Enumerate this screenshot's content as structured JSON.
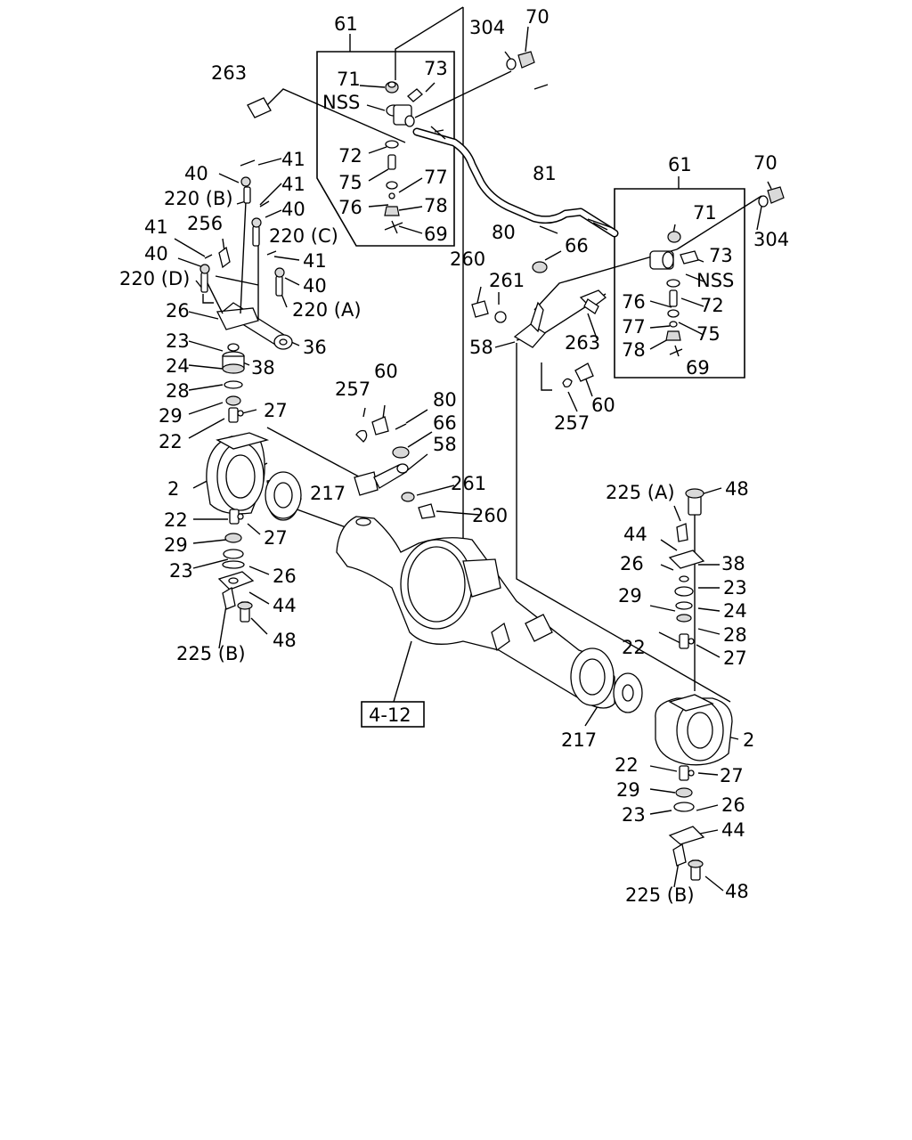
{
  "labels": {
    "l61a": "61",
    "l304a": "304",
    "l70a": "70",
    "l263a": "263",
    "l71a": "71",
    "l73a": "73",
    "lNSSa": "NSS",
    "l72a": "72",
    "l75a": "75",
    "l77a": "77",
    "l76a": "76",
    "l78a": "78",
    "l69a": "69",
    "l81": "81",
    "l61b": "61",
    "l70b": "70",
    "l304b": "304",
    "l71b": "71",
    "l80a": "80",
    "l66a": "66",
    "l260a": "260",
    "l261a": "261",
    "l73b": "73",
    "lNSSb": "NSS",
    "l72b": "72",
    "l76b": "76",
    "l75b": "75",
    "l77b": "77",
    "l78b": "78",
    "l58a": "58",
    "l263b": "263",
    "l69b": "69",
    "l60a": "60",
    "l257a": "257",
    "l41a": "41",
    "l40a": "40",
    "l220B": "220 (B)",
    "l41b": "41",
    "l40b": "40",
    "l256": "256",
    "l220C": "220 (C)",
    "l41c": "41",
    "l41d": "41",
    "l40c": "40",
    "l220D": "220 (D)",
    "l40d": "40",
    "l220A": "220 (A)",
    "l26a": "26",
    "l36": "36",
    "l23a": "23",
    "l38a": "38",
    "l24a": "24",
    "l28a": "28",
    "l29a": "29",
    "l27a": "27",
    "l22a": "22",
    "l257b": "257",
    "l60b": "60",
    "l80b": "80",
    "l66b": "66",
    "l58b": "58",
    "l261b": "261",
    "l260b": "260",
    "l2a": "2",
    "l217a": "217",
    "l22b": "22",
    "l27b": "27",
    "l29b": "29",
    "l23b": "23",
    "l26b": "26",
    "l44a": "44",
    "l48a": "48",
    "l225Ba": "225 (B)",
    "l412": "4-12",
    "l225A": "225 (A)",
    "l48b": "48",
    "l44b": "44",
    "l26c": "26",
    "l38b": "38",
    "l23c": "23",
    "l29c": "29",
    "l24b": "24",
    "l28b": "28",
    "l22c": "22",
    "l27c": "27",
    "l217b": "217",
    "l2b": "2",
    "l22d": "22",
    "l27d": "27",
    "l29d": "29",
    "l23d": "23",
    "l26d": "26",
    "l44c": "44",
    "l225Bb": "225 (B)",
    "l48c": "48"
  }
}
